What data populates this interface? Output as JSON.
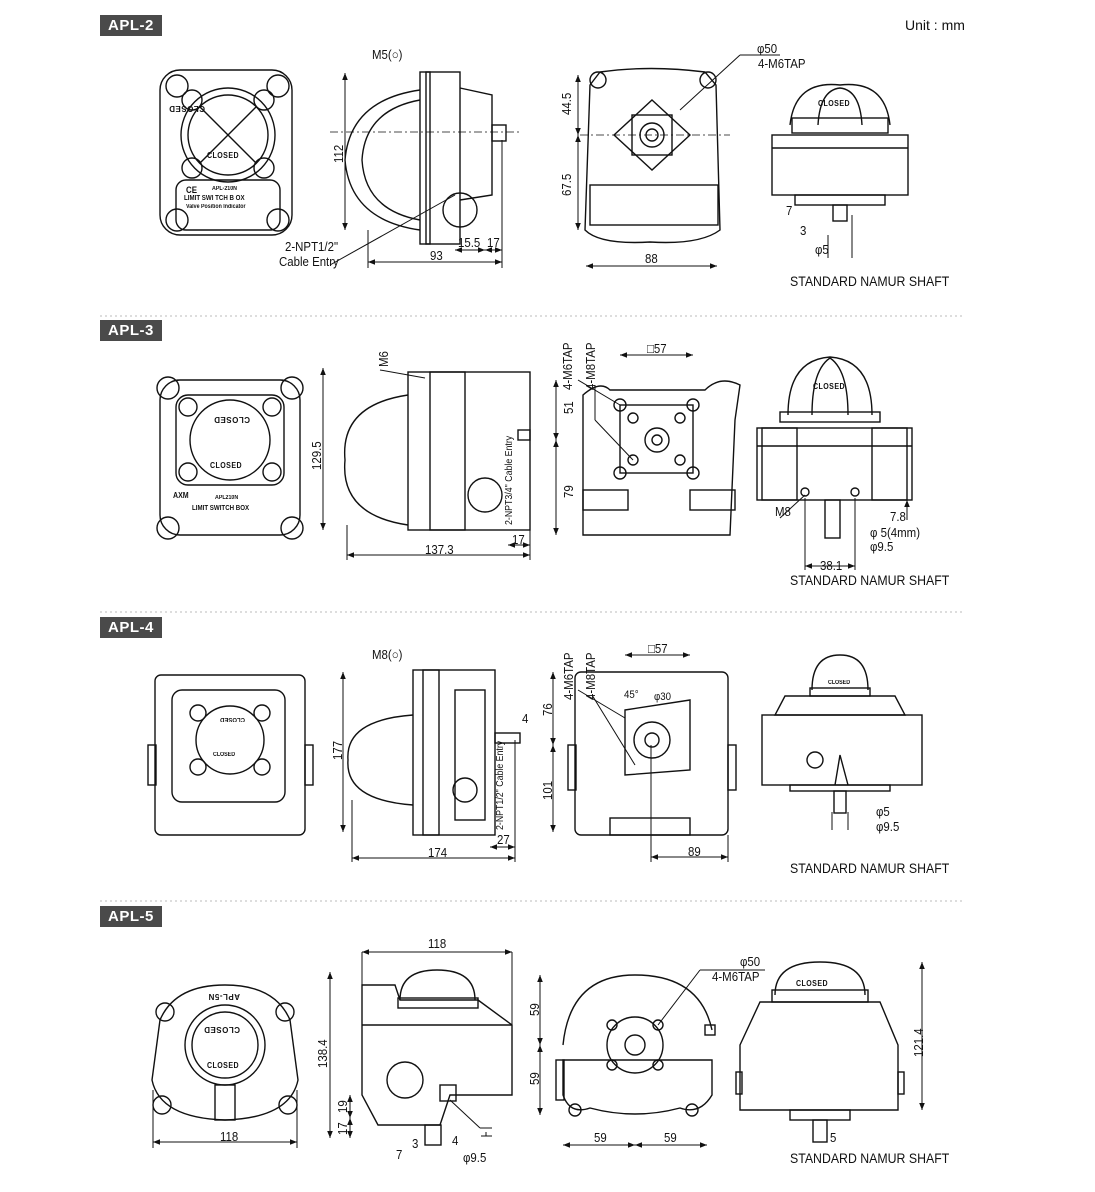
{
  "unit": "Unit : mm",
  "shaft_title": "STANDARD NAMUR SHAFT",
  "closed": "CLOSED",
  "sections": [
    {
      "model": "APL-2",
      "labels": {
        "screw": "M5(○)",
        "height": "112",
        "cable1": "2-NPT1/2\"",
        "cable2": "Cable Entry",
        "depth": "93",
        "d15": "15.5",
        "d17": "17",
        "phi50": "φ50",
        "tap": "4-M6TAP",
        "h44": "44.5",
        "h67": "67.5",
        "width": "88",
        "s7": "7",
        "s3": "3",
        "phi5": "φ5"
      },
      "plate": {
        "ce": "CE",
        "model_no": "APL-210N",
        "title": "LIMIT SWI   TCH B  OX",
        "subtitle": "Valve Position Indicator"
      }
    },
    {
      "model": "APL-3",
      "labels": {
        "screw": "M6",
        "height": "129.5",
        "depth": "137.3",
        "d17": "17",
        "cable": "2-NPT3/4\" Cable Entry",
        "tap6": "4-M6TAP",
        "tap8": "4-M8TAP",
        "sq57": "□57",
        "h51": "51",
        "h79": "79",
        "m8": "M8",
        "d78": "7.8",
        "phi5": "φ 5(4mm)",
        "phi95": "φ9.5",
        "d381": "38.1"
      },
      "plate": {
        "brand": "AXM",
        "model_no": "APL210N",
        "title": "LIMIT SWITCH BOX"
      }
    },
    {
      "model": "APL-4",
      "labels": {
        "screw": "M8(○)",
        "height": "177",
        "d4": "4",
        "cable": "2-NPT1/2\" Cable Entry",
        "depth": "174",
        "d27": "27",
        "tap6": "4-M6TAP",
        "tap8": "4-M8TAP",
        "sq57": "□57",
        "a45": "45°",
        "phi30": "φ30",
        "h76": "76",
        "h101": "101",
        "width": "89",
        "phi5": "φ5",
        "phi95": "φ9.5"
      }
    },
    {
      "model": "APL-5",
      "labels": {
        "front_width": "118",
        "top_width": "118",
        "height": "138.4",
        "h19": "19",
        "h17": "17",
        "s7": "7",
        "s3": "3",
        "s4": "4",
        "phi95": "φ9.5",
        "v59a": "59",
        "v59b": "59",
        "w59a": "59",
        "w59b": "59",
        "phi50": "φ50",
        "tap": "4-M6TAP",
        "height_r": "121.4",
        "d5": "5",
        "front_mark": "APL-5N"
      }
    }
  ]
}
